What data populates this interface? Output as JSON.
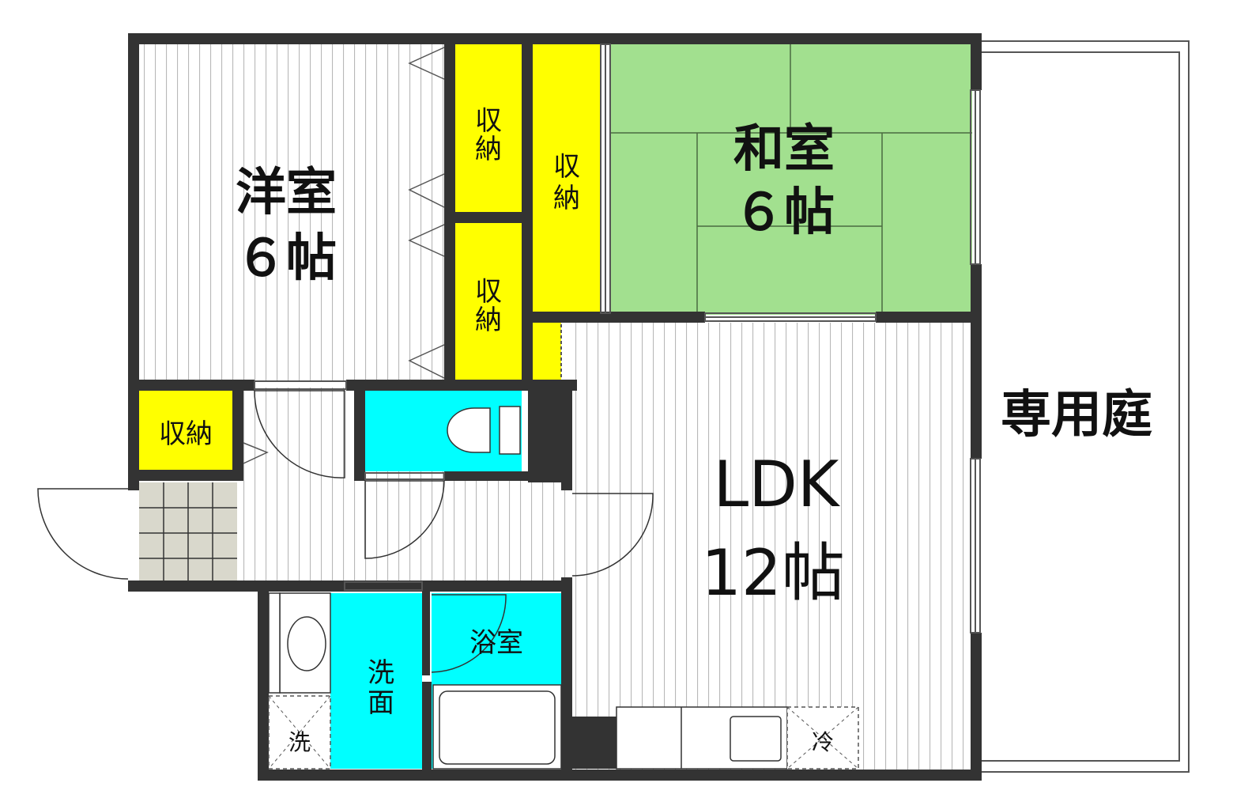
{
  "colors": {
    "wall": "#333333",
    "storage": "#ffff00",
    "tatami": "#a2e08f",
    "water": "#00ffff",
    "genkan_tile": "#d9d8cc",
    "floor_line": "#b8b8b8",
    "background": "#ffffff"
  },
  "rooms": {
    "western": {
      "name": "洋室",
      "size": "６帖"
    },
    "japanese": {
      "name": "和室",
      "size": "６帖"
    },
    "ldk": {
      "name": "LDK",
      "size": "12帖"
    },
    "garden": {
      "name": "専用庭"
    },
    "bath": {
      "name": "浴室"
    },
    "washroom": {
      "line1": "洗",
      "line2": "面"
    },
    "storage_top_1": {
      "line1": "収",
      "line2": "納"
    },
    "storage_top_2": {
      "line1": "収",
      "line2": "納"
    },
    "storage_mid": {
      "line1": "収",
      "line2": "納"
    },
    "storage_small": {
      "name": "収納"
    },
    "washer": {
      "name": "洗"
    },
    "fridge": {
      "name": "冷"
    }
  },
  "icons": [
    "toilet-icon",
    "washbasin-icon",
    "bathtub-icon",
    "sink-icon",
    "door-swing-icon"
  ]
}
